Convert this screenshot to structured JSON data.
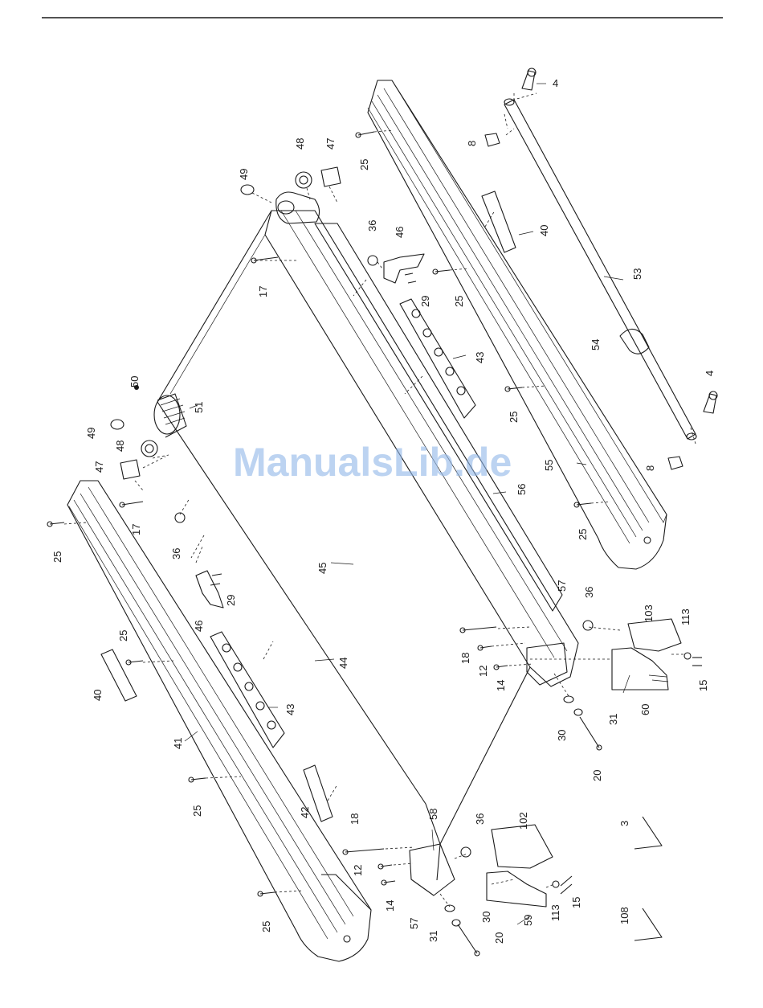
{
  "watermark": "ManualsLib.de",
  "watermark_color": "#8fb6e8",
  "rule_color": "#1a1a1a",
  "labels": {
    "l4a": "4",
    "l4b": "4",
    "l8a": "8",
    "l8b": "8",
    "l25a": "25",
    "l25b": "25",
    "l25c": "25",
    "l25d": "25",
    "l25e": "25",
    "l25f": "25",
    "l25g": "25",
    "l25h": "25",
    "l47a": "47",
    "l47b": "47",
    "l48a": "48",
    "l48b": "48",
    "l49a": "49",
    "l49b": "49",
    "l40a": "40",
    "l40b": "40",
    "l53": "53",
    "l54": "54",
    "l55": "55",
    "l56": "56",
    "l36a": "36",
    "l36b": "36",
    "l36c": "36",
    "l36d": "36",
    "l46a": "46",
    "l46b": "46",
    "l29a": "29",
    "l29b": "29",
    "l17a": "17",
    "l17b": "17",
    "l43a": "43",
    "l43b": "43",
    "l50": "50",
    "l51": "51",
    "l45": "45",
    "l44": "44",
    "l41": "41",
    "l42": "42",
    "l57a": "57",
    "l57b": "57",
    "l58": "58",
    "l103": "103",
    "l102": "102",
    "l113a": "113",
    "l113b": "113",
    "l15a": "15",
    "l15b": "15",
    "l60": "60",
    "l59": "59",
    "l18a": "18",
    "l18b": "18",
    "l12a": "12",
    "l12b": "12",
    "l14a": "14",
    "l14b": "14",
    "l30a": "30",
    "l30b": "30",
    "l31a": "31",
    "l31b": "31",
    "l20a": "20",
    "l20b": "20",
    "l3": "3",
    "l108": "108"
  }
}
